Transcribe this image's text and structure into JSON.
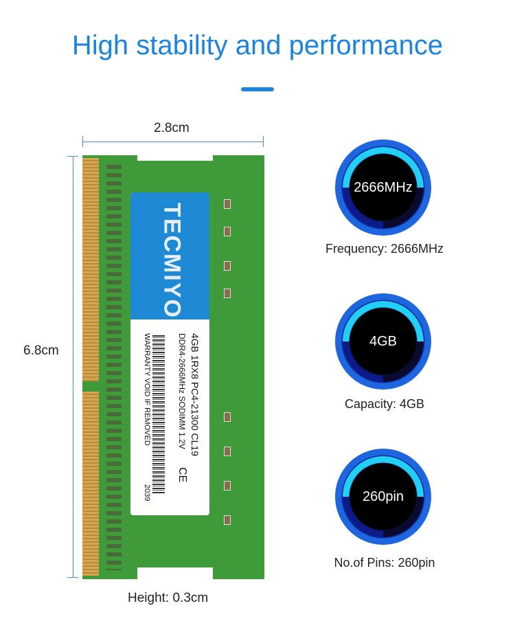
{
  "title": "High stability and performance",
  "dimensions": {
    "width": "2.8cm",
    "length": "6.8cm",
    "height": "Height: 0.3cm"
  },
  "module_label": {
    "brand": "TECMIYO",
    "line1": "4GB 1RX8 PC4-21300 CL19",
    "line2": "DDR4-2666MHz SODIMM 1.2V",
    "line3": "WARRANTY VOID IF REMOVED",
    "code": "2039",
    "ce": "CE"
  },
  "specs": [
    {
      "badge": "2666MHz",
      "caption": "Frequency: 2666MHz"
    },
    {
      "badge": "4GB",
      "caption": "Capacity: 4GB"
    },
    {
      "badge": "260pin",
      "caption": "No.of Pins: 260pin"
    }
  ]
}
